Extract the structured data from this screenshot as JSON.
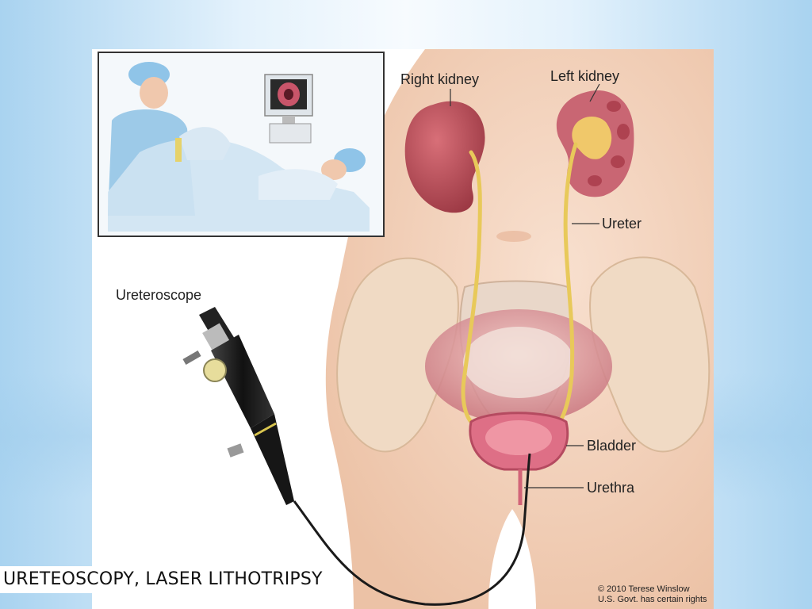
{
  "slide": {
    "caption": "URETEOSCOPY, LASER LITHOTRIPSY"
  },
  "illustration": {
    "labels": {
      "right_kidney": "Right kidney",
      "left_kidney": "Left kidney",
      "ureter": "Ureter",
      "ureteroscope": "Ureteroscope",
      "bladder": "Bladder",
      "urethra": "Urethra"
    },
    "copyright": {
      "line1": "© 2010 Terese Winslow",
      "line2": "U.S. Govt. has certain rights"
    }
  },
  "colors": {
    "skin": "#f3d2bb",
    "kidney": "#b94a55",
    "ureter": "#e8c95a",
    "bladder": "#d9607a",
    "scope": "#1c1c1c",
    "inset_border": "#333333"
  }
}
